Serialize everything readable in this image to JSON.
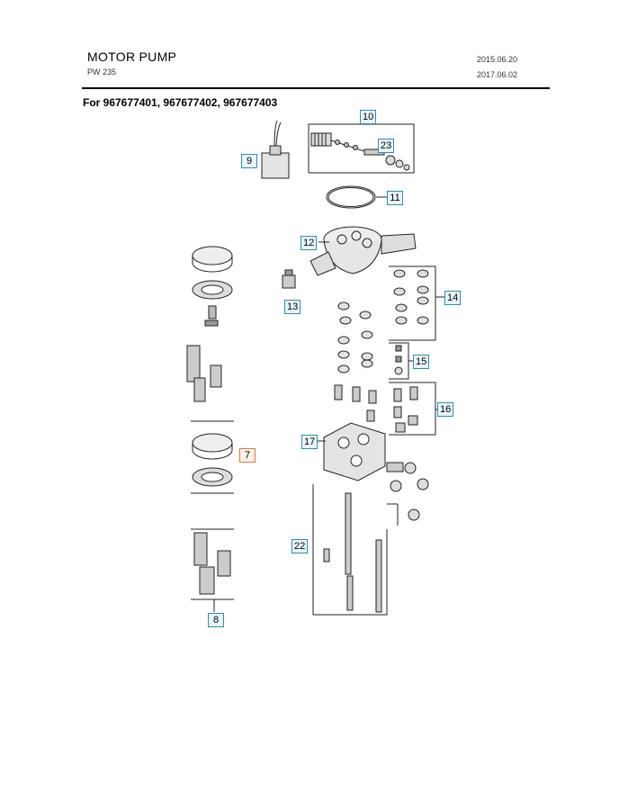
{
  "header": {
    "title": "MOTOR PUMP",
    "model": "PW 235",
    "date_created": "2015.06.20",
    "date_revised": "2017.06.02"
  },
  "applicability": "For 967677401, 967677402, 967677403",
  "callouts": [
    {
      "id": "10",
      "style": "blue"
    },
    {
      "id": "23",
      "style": "blue"
    },
    {
      "id": "9",
      "style": "blue"
    },
    {
      "id": "11",
      "style": "blue"
    },
    {
      "id": "12",
      "style": "blue"
    },
    {
      "id": "13",
      "style": "blue"
    },
    {
      "id": "14",
      "style": "blue"
    },
    {
      "id": "15",
      "style": "blue"
    },
    {
      "id": "16",
      "style": "blue"
    },
    {
      "id": "17",
      "style": "blue"
    },
    {
      "id": "7",
      "style": "orange"
    },
    {
      "id": "22",
      "style": "blue"
    },
    {
      "id": "8",
      "style": "blue"
    }
  ]
}
